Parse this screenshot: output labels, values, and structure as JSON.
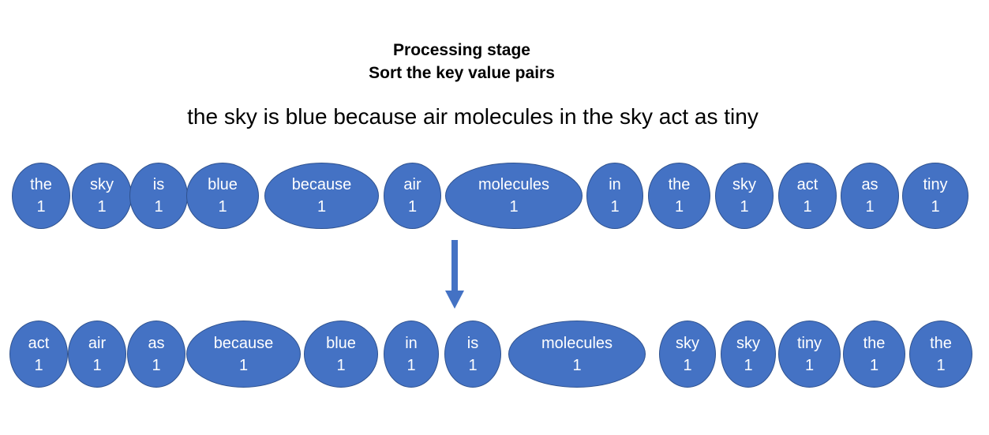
{
  "title": {
    "line1": "Processing stage",
    "line2": "Sort the key value pairs"
  },
  "sentence": "the sky is blue because air molecules in the sky act as tiny",
  "colors": {
    "node_fill": "#4472c4",
    "node_border": "#2f528f",
    "node_text": "#ffffff"
  },
  "unsorted_pairs": [
    {
      "key": "the",
      "value": "1"
    },
    {
      "key": "sky",
      "value": "1"
    },
    {
      "key": "is",
      "value": "1"
    },
    {
      "key": "blue",
      "value": "1"
    },
    {
      "key": "because",
      "value": "1"
    },
    {
      "key": "air",
      "value": "1"
    },
    {
      "key": "molecules",
      "value": "1"
    },
    {
      "key": "in",
      "value": "1"
    },
    {
      "key": "the",
      "value": "1"
    },
    {
      "key": "sky",
      "value": "1"
    },
    {
      "key": "act",
      "value": "1"
    },
    {
      "key": "as",
      "value": "1"
    },
    {
      "key": "tiny",
      "value": "1"
    }
  ],
  "sorted_pairs": [
    {
      "key": "act",
      "value": "1"
    },
    {
      "key": "air",
      "value": "1"
    },
    {
      "key": "as",
      "value": "1"
    },
    {
      "key": "because",
      "value": "1"
    },
    {
      "key": "blue",
      "value": "1"
    },
    {
      "key": "in",
      "value": "1"
    },
    {
      "key": "is",
      "value": "1"
    },
    {
      "key": "molecules",
      "value": "1"
    },
    {
      "key": "sky",
      "value": "1"
    },
    {
      "key": "sky",
      "value": "1"
    },
    {
      "key": "tiny",
      "value": "1"
    },
    {
      "key": "the",
      "value": "1"
    },
    {
      "key": "the",
      "value": "1"
    }
  ]
}
